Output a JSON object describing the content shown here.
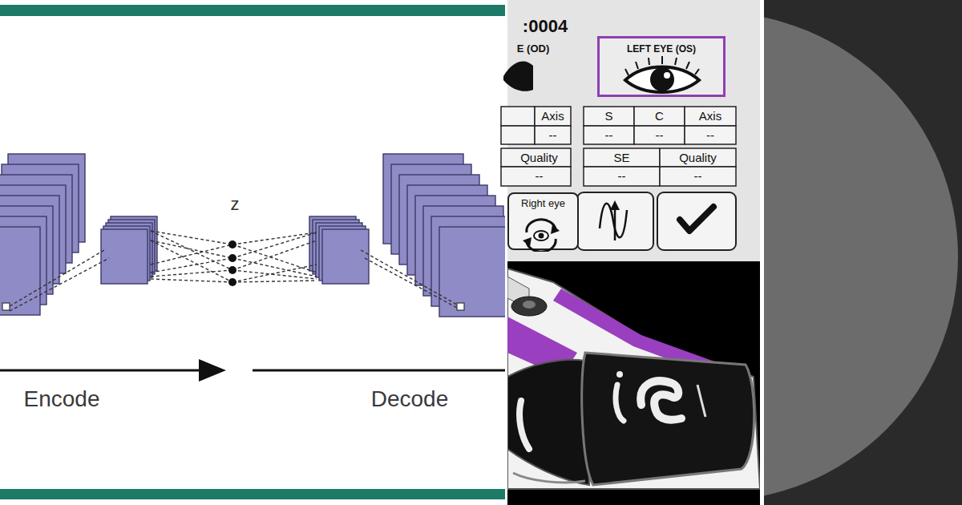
{
  "diagram": {
    "nodes": [
      {
        "text": [
          "LEFT EYE (OS)"
        ]
      },
      {
        "text": [
          "Right eye"
        ]
      }
    ],
    "labels": [
      "z",
      "Encode",
      "Decode",
      ":0004",
      "E (OD)",
      "Axis",
      "--",
      "Quality",
      "--",
      "S",
      "C",
      "Axis",
      "--",
      "--",
      "--",
      "SE",
      "Quality",
      "--",
      "--"
    ]
  }
}
